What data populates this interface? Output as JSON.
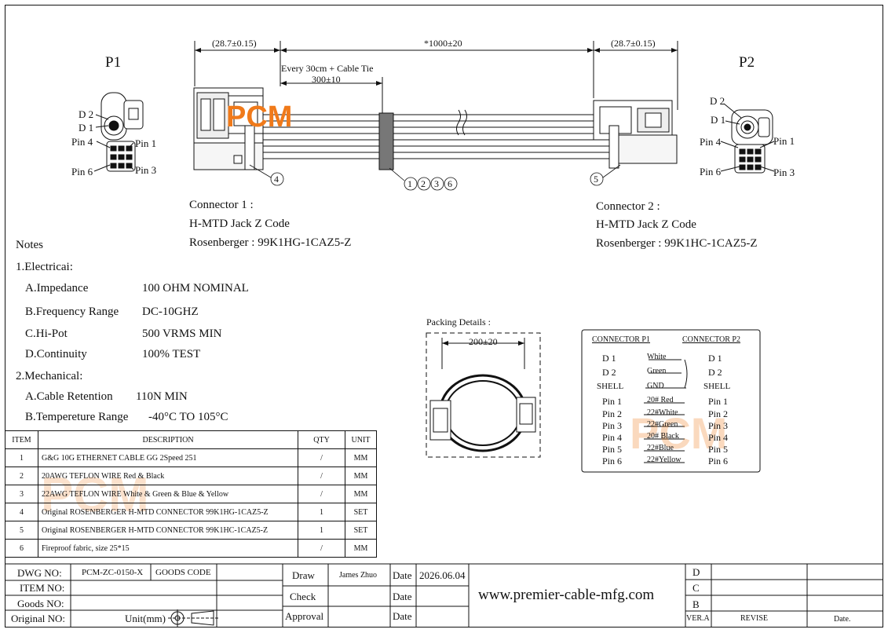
{
  "dimensions": {
    "left_connector": "(28.7±0.15)",
    "overall_length": "*1000±20",
    "right_connector": "(28.7±0.15)",
    "cable_tie_note": "Every 30cm + Cable Tie",
    "cable_tie_spacing": "300±10"
  },
  "p1": {
    "title": "P1",
    "d2": "D 2",
    "d1": "D 1",
    "pin4": "Pin 4",
    "pin1": "Pin 1",
    "pin6": "Pin 6",
    "pin3": "Pin 3"
  },
  "p2": {
    "title": "P2",
    "d2": "D 2",
    "d1": "D 1",
    "pin4": "Pin 4",
    "pin1": "Pin 1",
    "pin6": "Pin 6",
    "pin3": "Pin 3"
  },
  "callouts": {
    "c4": "4",
    "c1": "1",
    "c2": "2",
    "c3": "3",
    "c6": "6",
    "c5": "5"
  },
  "logo": {
    "text": "PCM"
  },
  "connector1": {
    "title": "Connector 1 :",
    "type": "H-MTD Jack Z Code",
    "part": "Rosenberger : 99K1HG-1CAZ5-Z"
  },
  "connector2": {
    "title": "Connector 2 :",
    "type": "H-MTD Jack Z Code",
    "part": "Rosenberger : 99K1HC-1CAZ5-Z"
  },
  "notes": {
    "title": "Notes",
    "electrical": "1.Electricai:",
    "impedance_label": "A.Impedance",
    "impedance_value": "100 OHM NOMINAL",
    "freq_label": "B.Frequency Range",
    "freq_value": "DC-10GHZ",
    "hipot_label": "C.Hi-Pot",
    "hipot_value": "500 VRMS MIN",
    "continuity_label": "D.Continuity",
    "continuity_value": "100% TEST",
    "mechanical": "2.Mechanical:",
    "retention_label": "A.Cable Retention",
    "retention_value": "110N MIN",
    "temp_label": "B.Temperetur​e Range",
    "temp_value": "-40°C TO 105°C"
  },
  "packing": {
    "title": "Packing Details :",
    "dim": "200±20"
  },
  "wiring": {
    "header_p1": "CONNECTOR P1",
    "header_p2": "CONNECTOR P2",
    "rows": [
      {
        "left": "D 1",
        "wire": "White",
        "right": "D 1"
      },
      {
        "left": "D 2",
        "wire": "Green",
        "right": "D 2"
      },
      {
        "left": "SHELL",
        "wire": "GND",
        "right": "SHELL"
      },
      {
        "left": "Pin 1",
        "wire": "20# Red",
        "right": "Pin 1"
      },
      {
        "left": "Pin 2",
        "wire": "22#White",
        "right": "Pin 2"
      },
      {
        "left": "Pin 3",
        "wire": "22#Green",
        "right": "Pin 3"
      },
      {
        "left": "Pin 4",
        "wire": "20# Black",
        "right": "Pin 4"
      },
      {
        "left": "Pin 5",
        "wire": "22#Blue",
        "right": "Pin 5"
      },
      {
        "left": "Pin 6",
        "wire": "22#Yellow",
        "right": "Pin 6"
      }
    ]
  },
  "bom": {
    "headers": [
      "ITEM",
      "DESCRIPTION",
      "QTY",
      "UNIT"
    ],
    "rows": [
      [
        "1",
        "G&G 10G ETHERNET CABLE GG 2Speed 251",
        "/",
        "MM"
      ],
      [
        "2",
        "20AWG TEFLON WIRE Red & Black",
        "/",
        "MM"
      ],
      [
        "3",
        "22AWG TEFLON WIRE White & Green &  Blue & Yellow",
        "/",
        "MM"
      ],
      [
        "4",
        "Original ROSENBERGER H-MTD CONNECTOR 99K1HG-1CAZ5-Z",
        "1",
        "SET"
      ],
      [
        "5",
        "Original ROSENBERGER H-MTD CONNECTOR 99K1HC-1CAZ5-Z",
        "1",
        "SET"
      ],
      [
        "6",
        "Fireproof fabric, size 25*15",
        "/",
        "MM"
      ]
    ]
  },
  "titleblock": {
    "dwg_label": "DWG NO:",
    "dwg_value": "PCM-ZC-0150-X",
    "goods_code": "GOODS CODE",
    "item_label": "ITEM NO:",
    "goods_label": "Goods NO:",
    "original_label": "Original NO:",
    "unit_label": "Unit(mm)",
    "draw_label": "Draw",
    "draw_value": "James Zhuo",
    "date_label": "Date",
    "date_value": "2026.06.04",
    "check_label": "Check",
    "check_date": "Date",
    "approval_label": "Approval",
    "approval_date": "Date",
    "website": "www.premier-cable-mfg.com",
    "rev_d": "D",
    "rev_c": "C",
    "rev_b": "B",
    "ver": "VER.A",
    "revise": "REVISE",
    "date2": "Date."
  }
}
